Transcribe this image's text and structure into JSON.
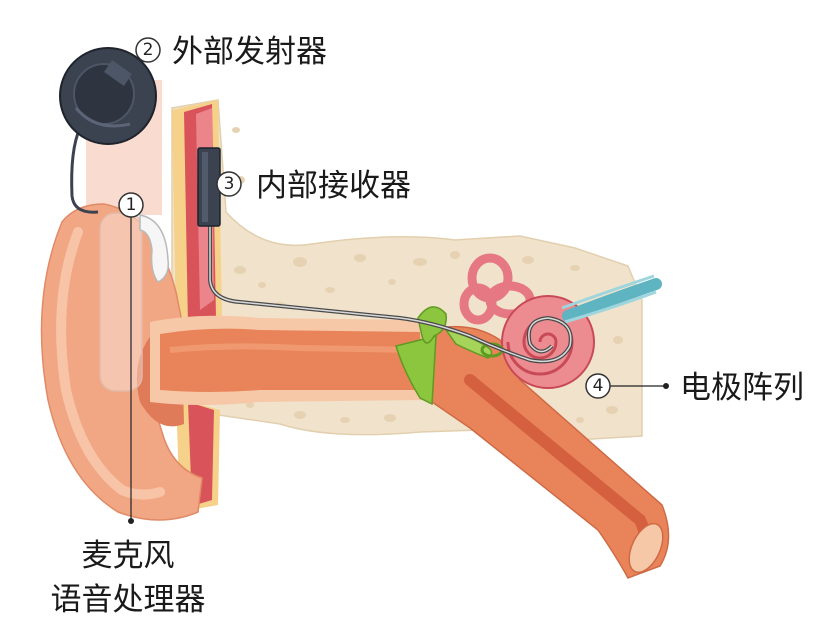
{
  "labels": {
    "transmitter": {
      "num": "2",
      "text": "外部发射器"
    },
    "receiver": {
      "num": "3",
      "text": "内部接收器"
    },
    "processor": {
      "num": "1",
      "line1": "麦克风",
      "line2": "语音处理器"
    },
    "electrode": {
      "num": "4",
      "text": "电极阵列"
    }
  },
  "colors": {
    "bone": "#f1e3cb",
    "skin": "#f2a784",
    "canal": "#e9845a",
    "cochlea": "#ec8b90",
    "nerve": "#5fb4c2",
    "ossicles": "#8cc63f",
    "device": "#3b4250"
  }
}
